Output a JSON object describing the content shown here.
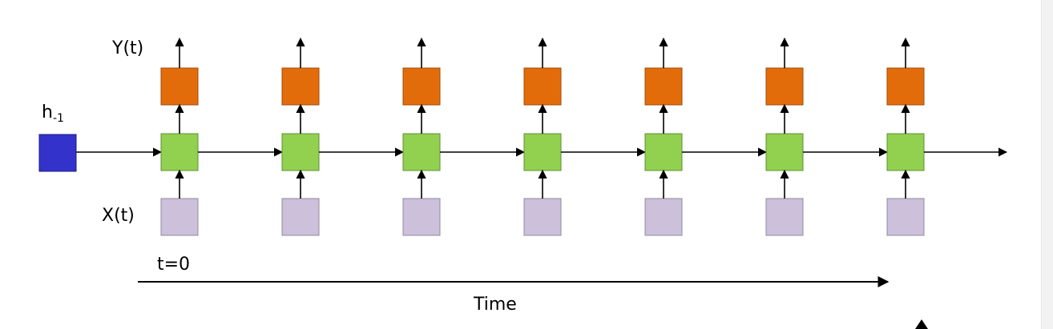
{
  "labels": {
    "y": "Y(t)",
    "h_base": "h",
    "h_sub": "-1",
    "x": "X(t)",
    "t0": "t=0",
    "time": "Time"
  },
  "diagram": {
    "timesteps": 7,
    "colors": {
      "initial_state": "#3333cc",
      "hidden": "#92d050",
      "output": "#e36c0a",
      "input": "#ccc0da",
      "line": "#000000"
    }
  }
}
